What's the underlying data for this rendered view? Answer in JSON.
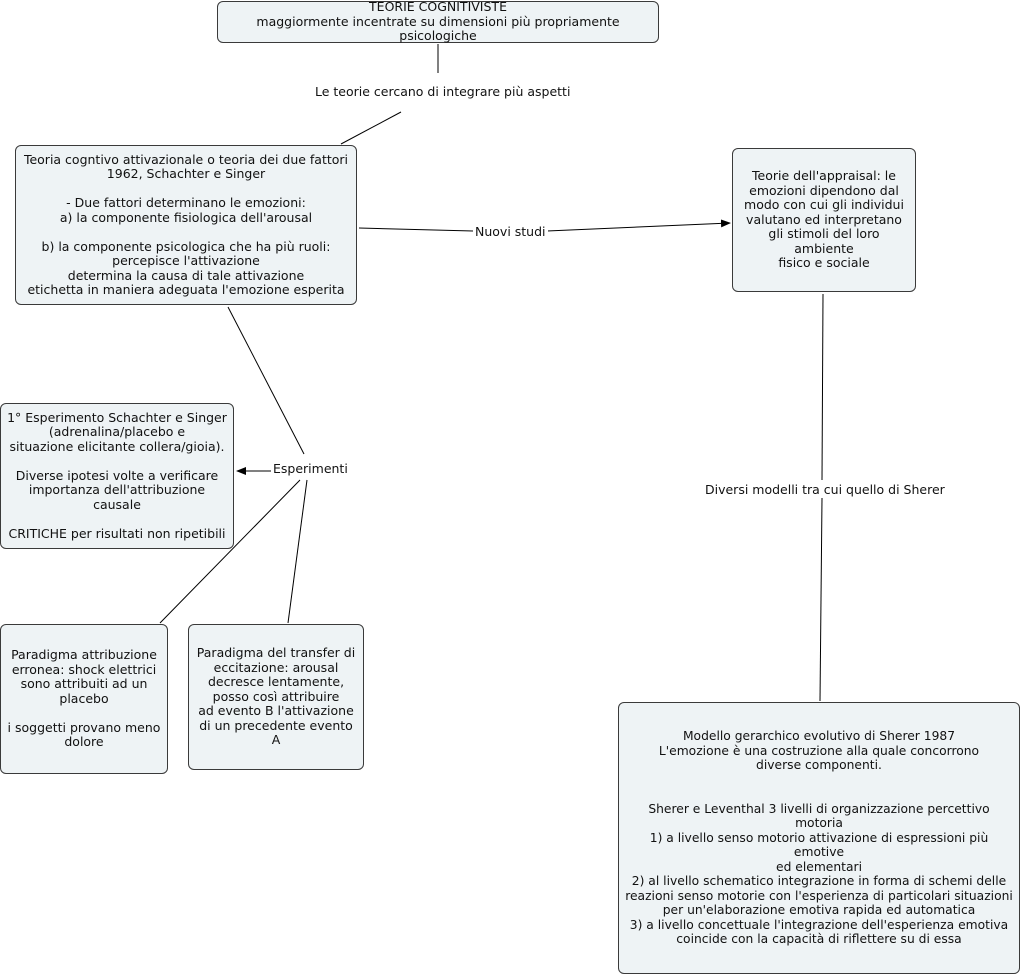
{
  "nodes": {
    "root": "TEORIE COGNITIVISTE\nmaggiormente incentrate su dimensioni più propriamente psicologiche",
    "schachter": "Teoria cogntivo attivazionale o teoria dei due fattori\n1962, Schachter e Singer\n\n- Due fattori determinano le emozioni:\na) la componente fisiologica dell'arousal\n\nb) la componente psicologica che ha più ruoli:\npercepisce l'attivazione\ndetermina la causa di tale attivazione\netichetta in maniera adeguata l'emozione esperita",
    "appraisal": "Teorie dell'appraisal: le\nemozioni dipendono dal\nmodo con cui gli individui\nvalutano ed interpretano\ngli stimoli del loro ambiente\nfisico e sociale",
    "experiment1": "1° Esperimento Schachter e Singer\n(adrenalina/placebo e\nsituazione elicitante collera/gioia).\n\nDiverse ipotesi volte a verificare\nimportanza dell'attribuzione causale\n\nCRITICHE per risultati non ripetibili",
    "misattribution": "Paradigma attribuzione\nerronea: shock elettrici\nsono attribuiti ad un\nplacebo\n\ni soggetti provano meno\ndolore",
    "transfer": "Paradigma del transfer di\neccitazione: arousal\ndecresce lentamente,\nposso così attribuire\nad evento B l'attivazione\ndi un precedente evento A",
    "sherer": "Modello gerarchico evolutivo di Sherer 1987\nL'emozione è una costruzione alla quale concorrono\ndiverse componenti.\n\n\nSherer e Leventhal 3 livelli di organizzazione percettivo motoria\n1) a livello senso motorio attivazione di espressioni più emotive\ned elementari\n2) al livello schematico integrazione in forma di schemi delle\nreazioni senso motorie con l'esperienza di particolari situazioni\nper un'elaborazione emotiva rapida ed automatica\n3) a livello concettuale l'integrazione dell'esperienza emotiva\ncoincide con la capacità di riflettere su di essa"
  },
  "links": {
    "integrate": "Le teorie cercano di integrare più aspetti",
    "new_studies": "Nuovi studi",
    "experiments": "Esperimenti",
    "models": "Diversi modelli tra cui quello di Sherer"
  },
  "colors": {
    "node_fill": "#eef3f5",
    "node_border": "#3a3a3a",
    "line": "#000000"
  }
}
